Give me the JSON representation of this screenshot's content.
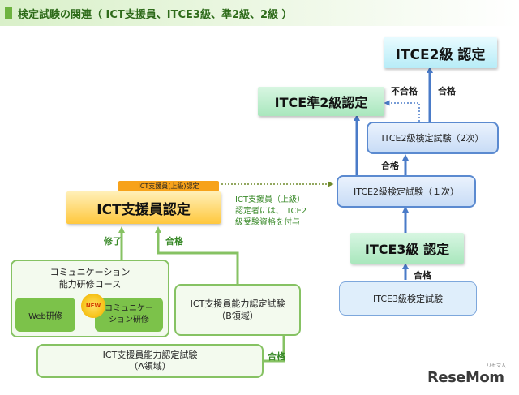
{
  "title": "検定試験の関連（ ICT支援員、ITCE3級、準2級、2級 ）",
  "nodes": {
    "itce2_cert": "ITCE2級 認定",
    "itce_pre2_cert": "ITCE準2級認定",
    "itce2_exam2": "ITCE2級検定試験（2次）",
    "itce2_exam1": "ITCE2級検定試験（１次）",
    "itce3_cert": "ITCE3級 認定",
    "itce3_exam": "ITCE3級検定試験",
    "ict_cert": "ICT支援員認定",
    "ict_senior_badge": "ICT支援員(上級)認定",
    "comm_course_line1": "コミュニケーション",
    "comm_course_line2": "能力研修コース",
    "web_training": "Web研修",
    "new_badge": "NEW",
    "comm_training_line1": "コミュニケー",
    "comm_training_line2": "ション研修",
    "exam_b_line1": "ICT支援員能力認定試験",
    "exam_b_line2": "（B領域）",
    "exam_a_line1": "ICT支援員能力認定試験",
    "exam_a_line2": "（A領域）"
  },
  "labels": {
    "fail": "不合格",
    "pass_top": "合格",
    "pass_mid": "合格",
    "pass_itce3": "合格",
    "completed": "修了",
    "pass_ict": "合格",
    "pass_a": "合格"
  },
  "note": {
    "line1": "ICT支援員（上級）",
    "line2": "認定者には、ITCE2",
    "line3": "級受験資格を付与"
  },
  "logo": {
    "text": "ReseMom",
    "sub": "リセマム"
  },
  "colors": {
    "blue_arrow": "#4a7bc8",
    "green_arrow": "#86c263",
    "dotted_blue": "#4a7bc8",
    "dotted_green": "#6f8a2a"
  }
}
